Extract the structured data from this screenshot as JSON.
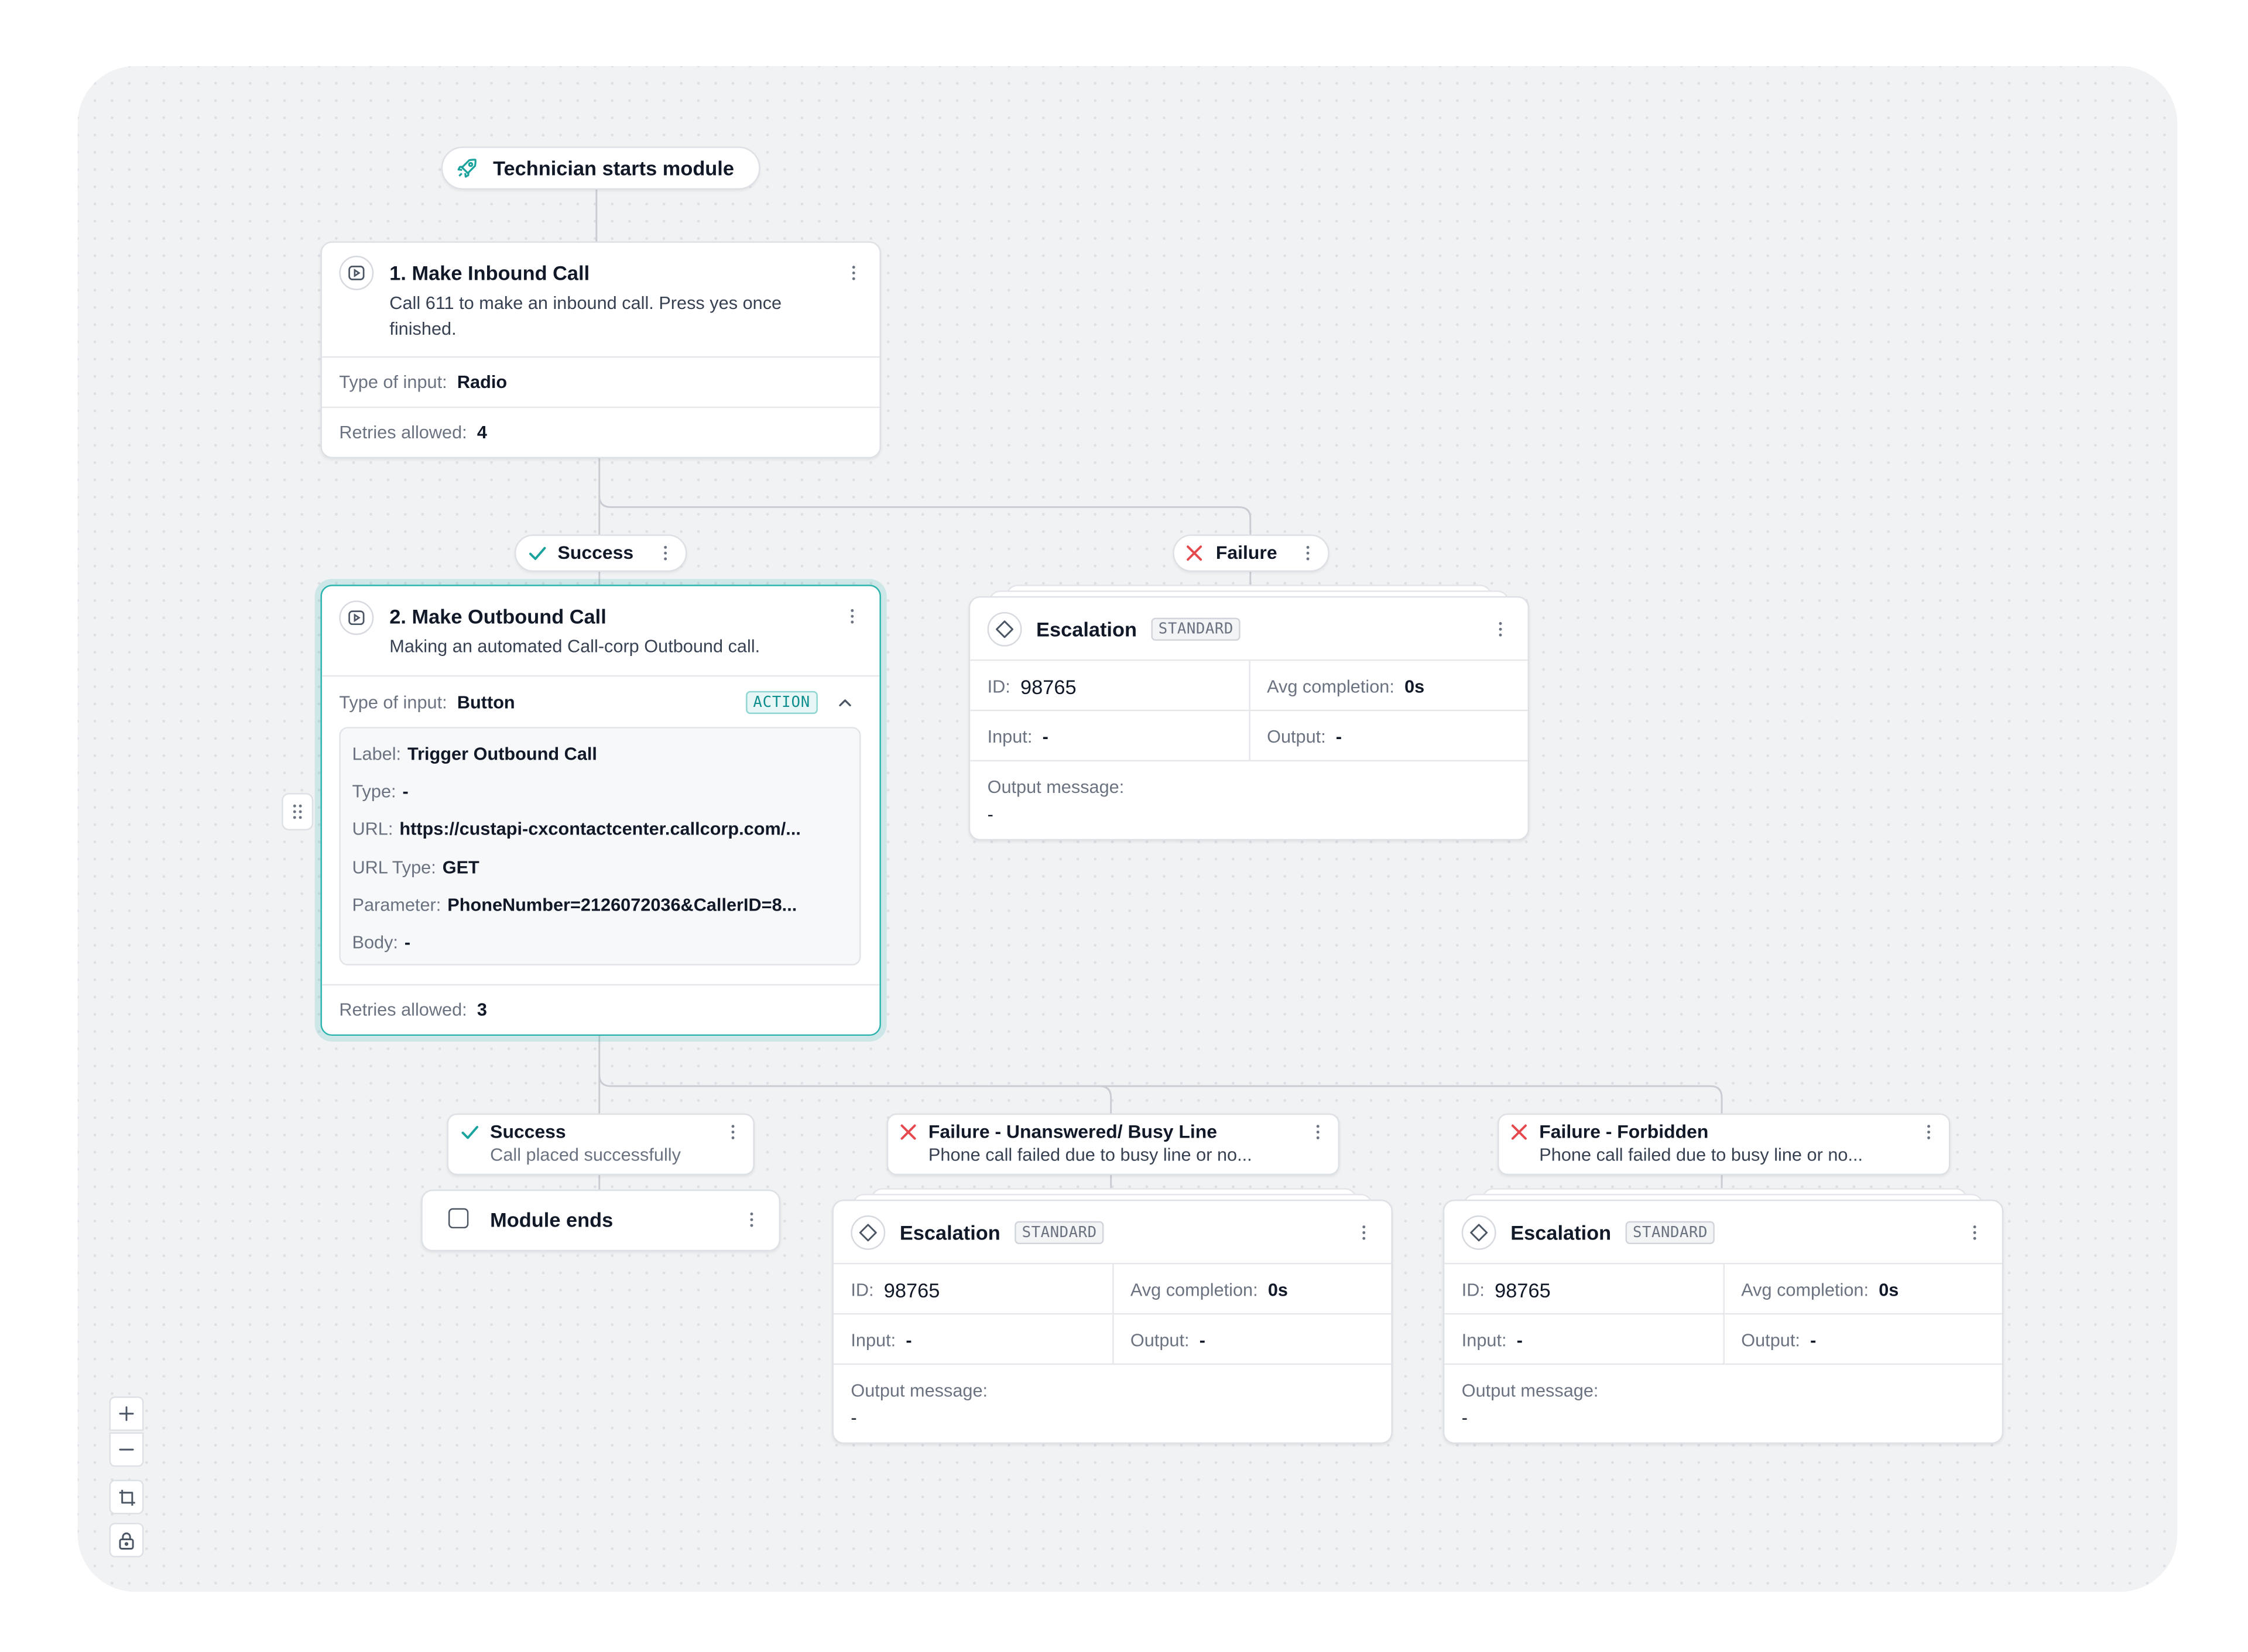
{
  "start": {
    "label": "Technician starts module"
  },
  "step1": {
    "title": "1. Make Inbound Call",
    "description": "Call 611 to make an inbound call. Press yes once finished.",
    "input_type_label": "Type of input:",
    "input_type_value": "Radio",
    "retries_label": "Retries allowed:",
    "retries_value": "4"
  },
  "step1_branches": {
    "success": "Success",
    "failure": "Failure"
  },
  "step2": {
    "title": "2. Make Outbound Call",
    "description": "Making an automated Call-corp Outbound call.",
    "input_type_label": "Type of input:",
    "input_type_value": "Button",
    "badge": "ACTION",
    "details": [
      {
        "label": "Label:",
        "value": "Trigger Outbound Call"
      },
      {
        "label": "Type:",
        "value": "-"
      },
      {
        "label": "URL:",
        "value": "https://custapi-cxcontactcenter.callcorp.com/..."
      },
      {
        "label": "URL Type:",
        "value": "GET"
      },
      {
        "label": "Parameter:",
        "value": "PhoneNumber=2126072036&CallerID=8..."
      },
      {
        "label": "Body:",
        "value": "-"
      }
    ],
    "retries_label": "Retries allowed:",
    "retries_value": "3"
  },
  "escalation_template": {
    "title": "Escalation",
    "badge": "STANDARD",
    "id_label": "ID:",
    "id_value": "98765",
    "avg_label": "Avg completion:",
    "avg_value": "0s",
    "input_label": "Input:",
    "input_value": "-",
    "output_label": "Output:",
    "output_value": "-",
    "message_label": "Output message:",
    "message_value": "-"
  },
  "step2_branches": {
    "success_title": "Success",
    "success_desc": "Call placed successfully",
    "fail1_title": "Failure - Unanswered/ Busy Line",
    "fail1_desc": "Phone call failed due to busy line or no...",
    "fail2_title": "Failure - Forbidden",
    "fail2_desc": "Phone call failed due to busy line or no..."
  },
  "module_end": {
    "label": "Module ends"
  },
  "colors": {
    "accent": "#2bb3ad",
    "success": "#1aa39c",
    "failure": "#e5484d"
  }
}
